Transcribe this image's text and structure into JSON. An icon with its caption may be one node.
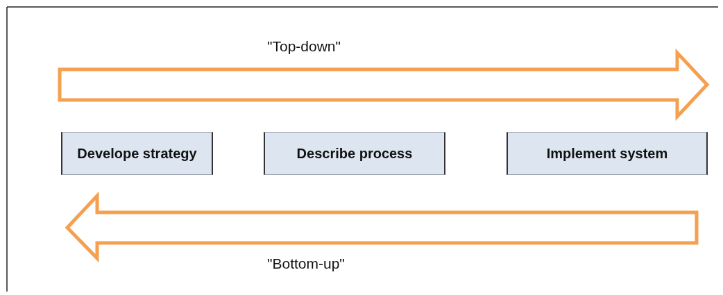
{
  "diagram": {
    "nodes": [
      {
        "text": [
          "Develope strategy"
        ]
      },
      {
        "text": [
          "Describe process"
        ]
      },
      {
        "text": [
          "Implement system"
        ]
      }
    ],
    "labels": [
      "\"Top-down\"",
      "\"Bottom-up\""
    ]
  }
}
